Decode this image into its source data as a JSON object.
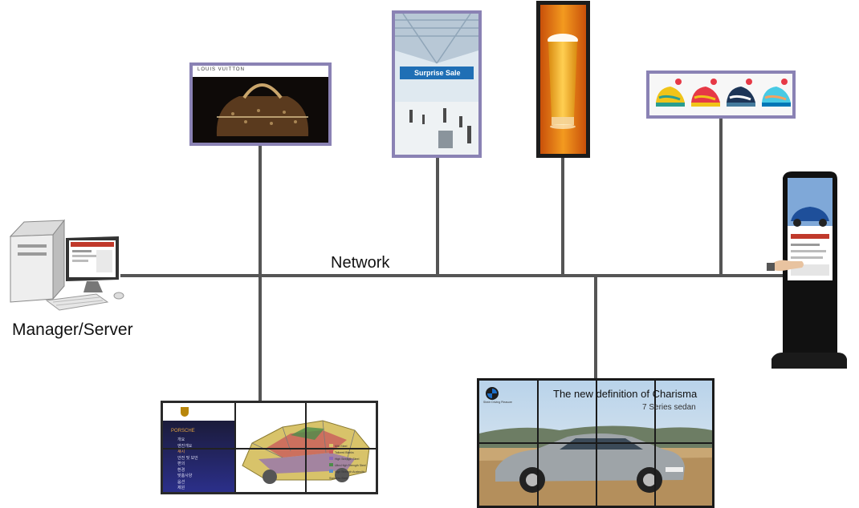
{
  "labels": {
    "network": "Network",
    "server": "Manager/Server"
  },
  "screens": {
    "luxury_brand": "LOUIS VUITTON",
    "airport_banner": "Surprise Sale",
    "video_wall_headline": "The new definition of Charisma",
    "video_wall_sub": "7 Series sedan",
    "video_wall_brand_tagline": "Sheer Driving Pleasure",
    "porsche_heading": "PORSCHE",
    "porsche_menu": [
      "개요",
      "엔진개요",
      "섀시",
      "안전 및 보안",
      "편의",
      "환경",
      "맞춤사양",
      "옵션",
      "제원"
    ],
    "porsche_legend": [
      "Mild Steel",
      "Tailored Blanks",
      "High Strength Steel",
      "Ultra High Strength Steel",
      "High Strength Austenitic Stainless Steel"
    ]
  },
  "colors": {
    "line": "#555555",
    "frame": "#8a82b4",
    "kiosk": "#111111"
  }
}
